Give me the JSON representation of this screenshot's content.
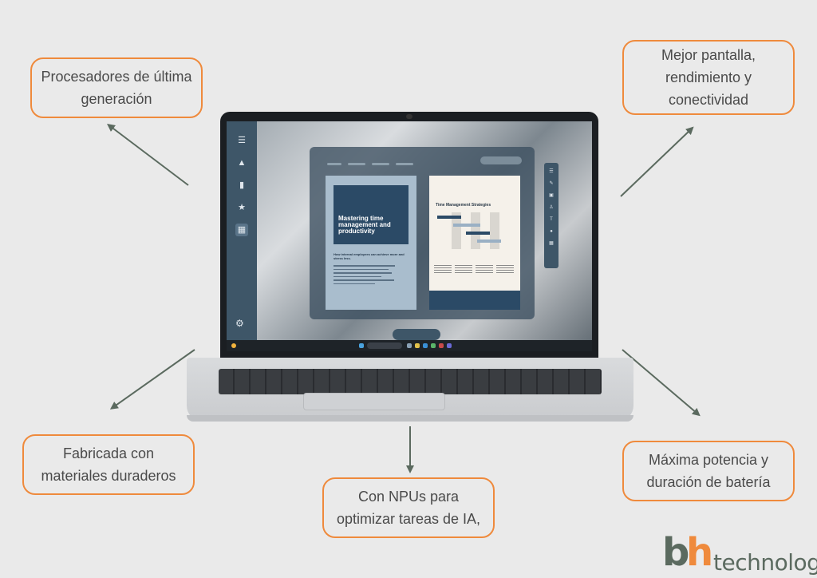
{
  "callouts": {
    "top_left": [
      "Procesadores de última",
      "generación"
    ],
    "top_right": [
      "Mejor pantalla,",
      "rendimiento y",
      "conectividad"
    ],
    "bottom_left": [
      "Fabricada con",
      "materiales duraderos"
    ],
    "bottom_center": [
      "Con NPUs para",
      "optimizar tareas de IA,"
    ],
    "bottom_right": [
      "Máxima potencia y",
      "duración de batería"
    ]
  },
  "screen": {
    "hero_title": "Mastering time management and productivity",
    "hero_subtitle": "How internal employees can achieve more and stress less.",
    "chart_title": "Time Management Strategies"
  },
  "logo": {
    "b": "b",
    "h": "h",
    "text": "technology"
  },
  "colors": {
    "accent": "#ef8a3c",
    "arrow": "#5b6a5f",
    "text": "#4a4a4a"
  },
  "icons": [
    "menu-icon",
    "triangle-icon",
    "bar-chart-icon",
    "star-icon",
    "grid-icon",
    "gear-icon",
    "pencil-icon",
    "camera-icon",
    "search-icon"
  ]
}
